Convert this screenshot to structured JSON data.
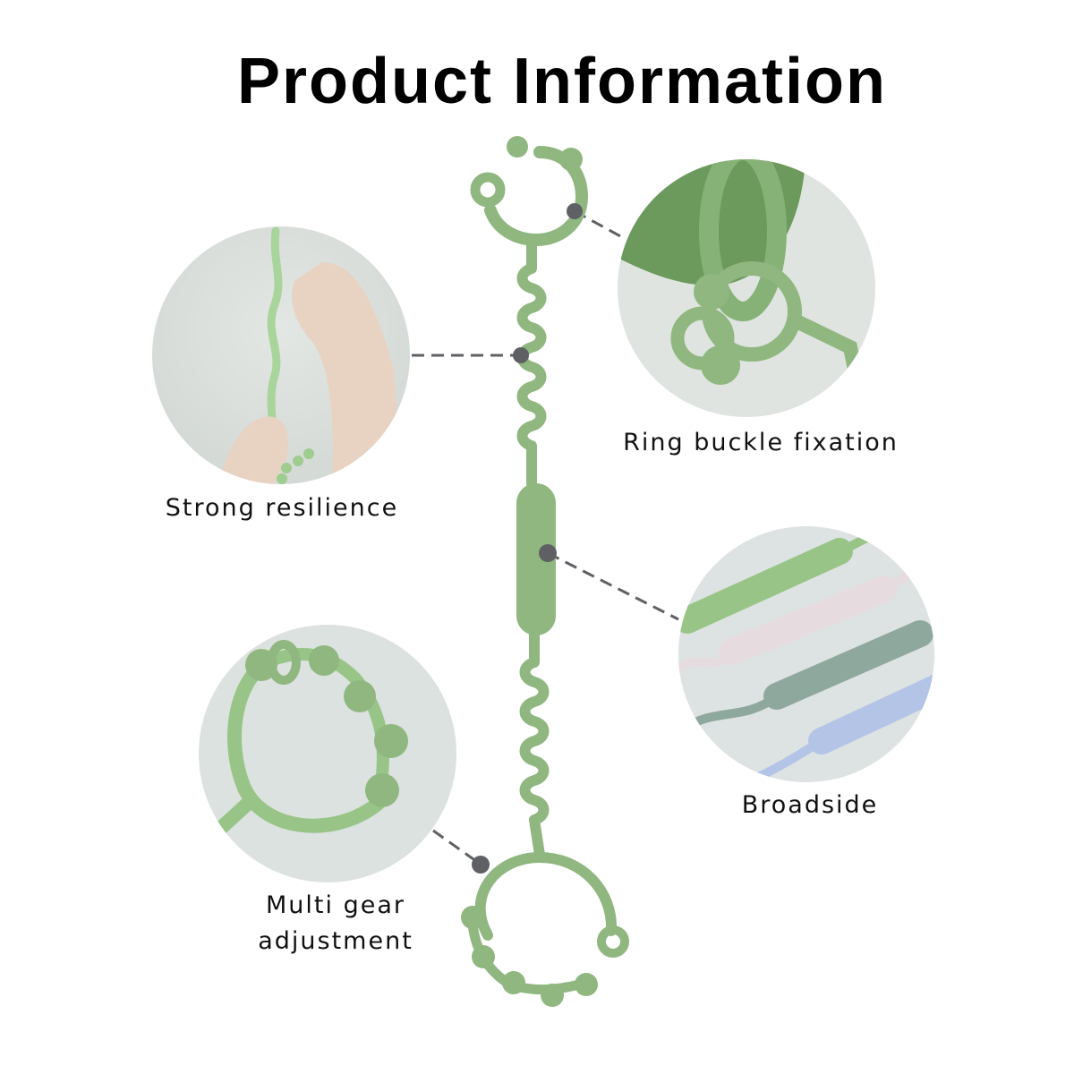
{
  "page": {
    "title": "Product Information"
  },
  "features": [
    {
      "id": "strong-resilience",
      "label": "Strong resilience",
      "image": "hands-stretching-green-strap"
    },
    {
      "id": "ring-buckle-fixation",
      "label": "Ring buckle fixation",
      "image": "ring-buckle-closeup"
    },
    {
      "id": "broadside",
      "label": "Broadside",
      "image": "four-color-straps"
    },
    {
      "id": "multi-gear-adjustment",
      "label_line1": "Multi gear",
      "label_line2": "adjustment",
      "image": "beaded-ring-closeup"
    }
  ],
  "colors": {
    "strap_green": "#8fb77f",
    "strap_green_dark": "#7aa56b",
    "connector_dot": "#5f6064",
    "circle_bg": "#dde2df",
    "variant_pink": "#e6dcdf",
    "variant_sage": "#8fa89d",
    "variant_blue": "#b3c4e6"
  }
}
